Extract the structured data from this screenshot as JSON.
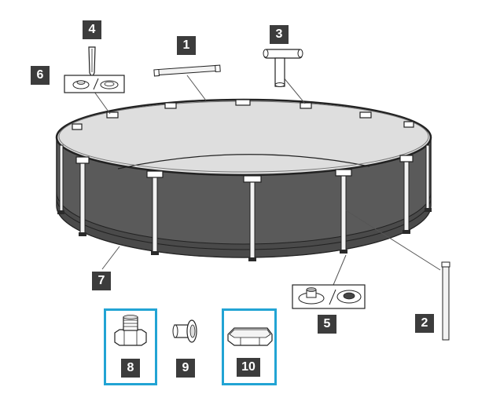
{
  "colors": {
    "accent_box": "#22a4d4",
    "badge_bg": "#3c3c3c",
    "pool_wall": "#5a5a5a"
  },
  "parts": [
    {
      "id": "1",
      "label": "1",
      "icon": "horizontal-beam-icon"
    },
    {
      "id": "2",
      "label": "2",
      "icon": "vertical-leg-icon"
    },
    {
      "id": "3",
      "label": "3",
      "icon": "t-joint-icon"
    },
    {
      "id": "4",
      "label": "4",
      "icon": "joint-pin-icon"
    },
    {
      "id": "5",
      "label": "5",
      "icon": "leg-cap-icon"
    },
    {
      "id": "6",
      "label": "6",
      "icon": "leg-seal-icon"
    },
    {
      "id": "7",
      "label": "7",
      "icon": "pool-liner-icon"
    },
    {
      "id": "8",
      "label": "8",
      "icon": "strainer-connector-icon"
    },
    {
      "id": "9",
      "label": "9",
      "icon": "flow-adapter-icon"
    },
    {
      "id": "10",
      "label": "10",
      "icon": "drain-cap-icon"
    }
  ]
}
